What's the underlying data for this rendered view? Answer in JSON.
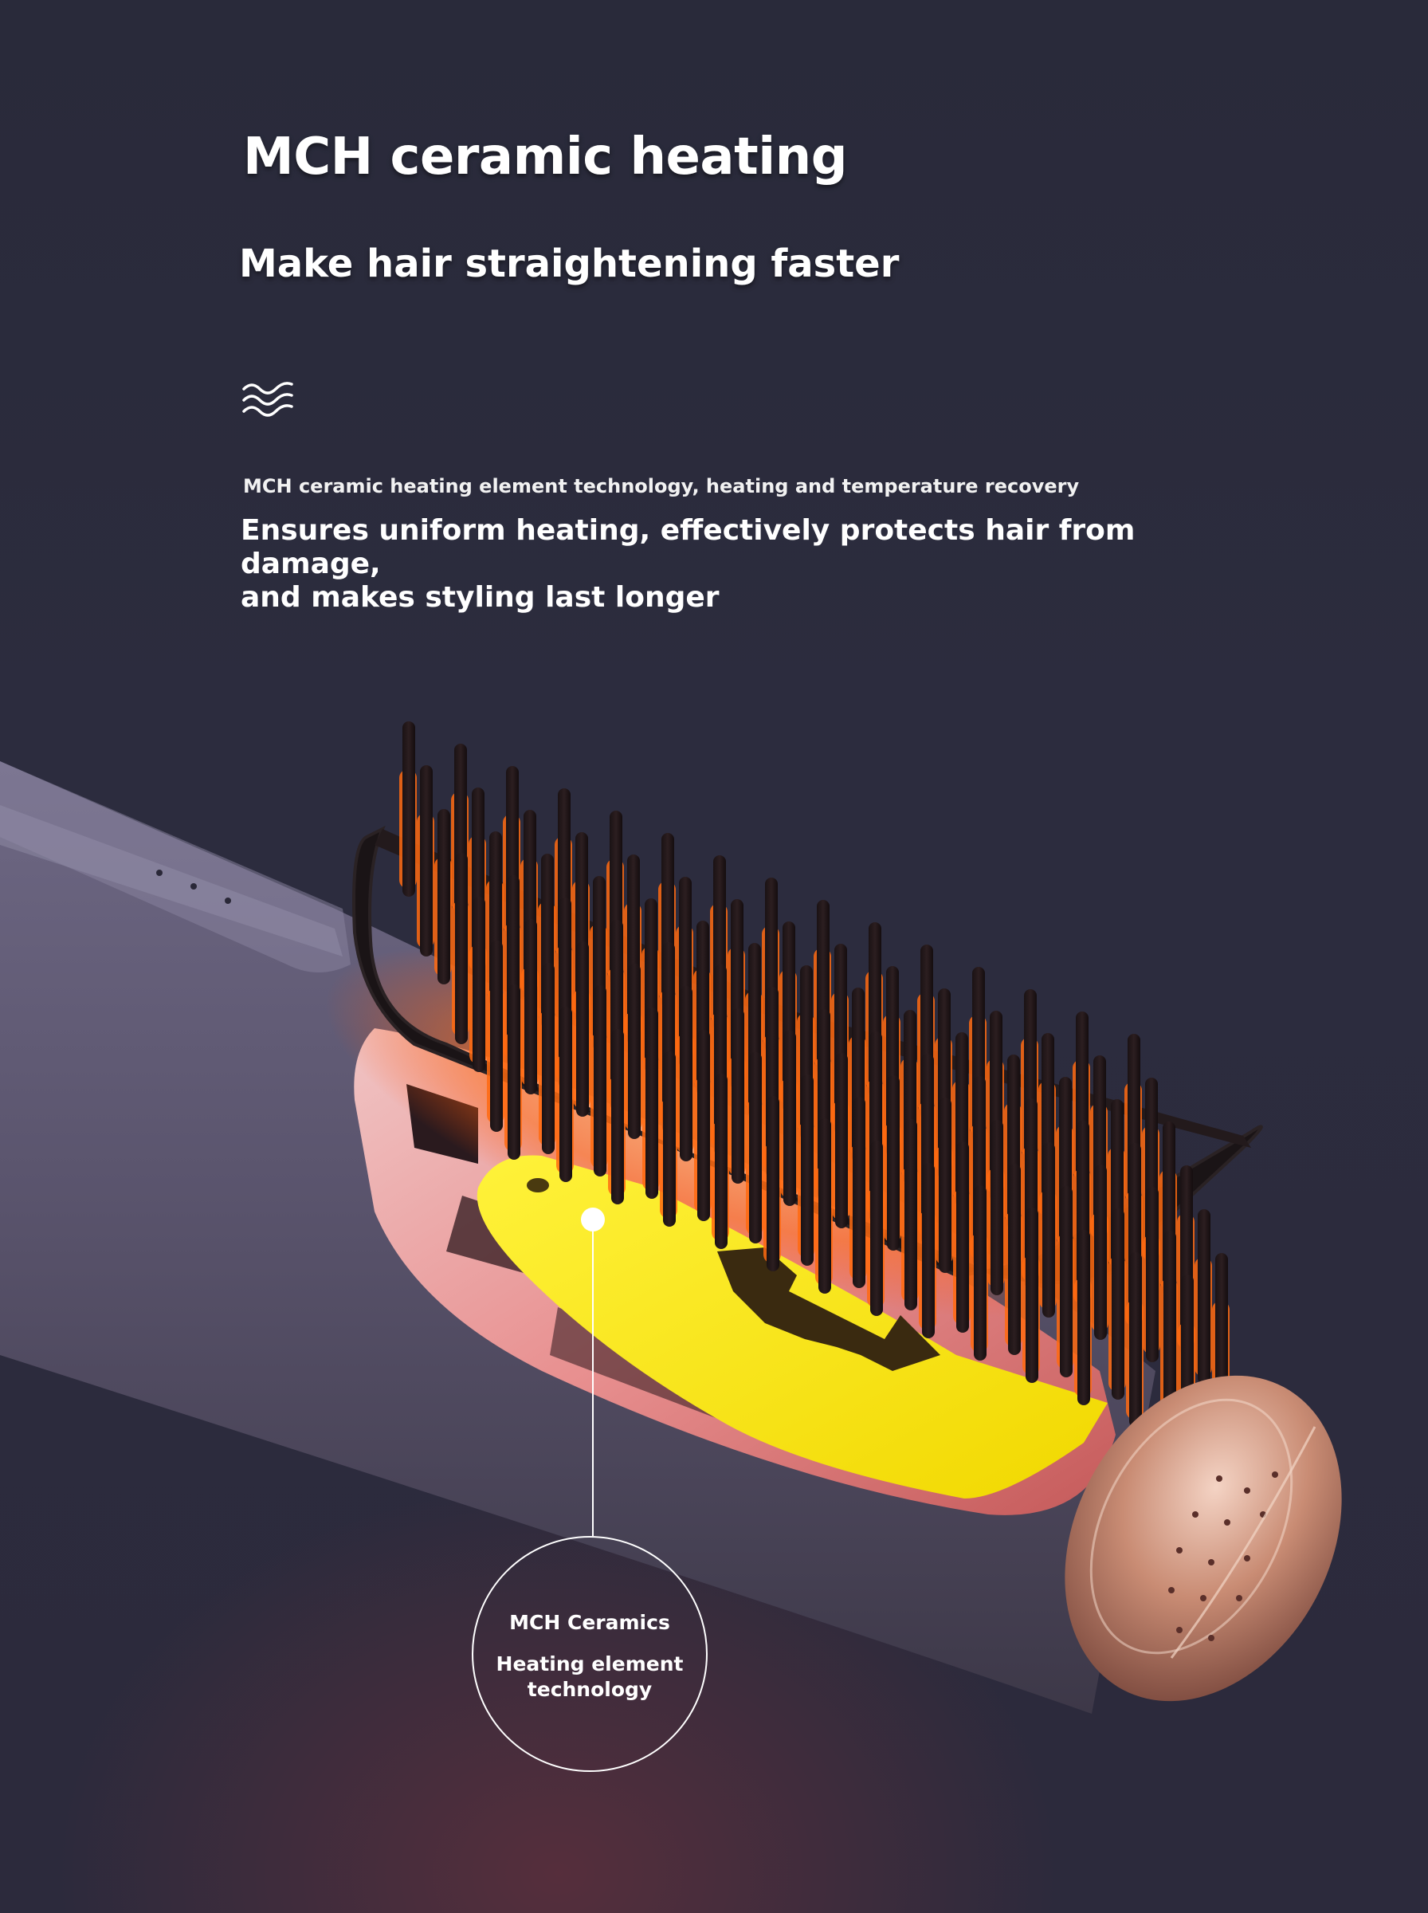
{
  "headline": "MCH ceramic heating",
  "subheadline": "Make hair straightening faster",
  "icon": "heat-wave-icon",
  "description": {
    "line_small": "MCH ceramic heating element technology, heating and temperature recovery",
    "line_large_1": "Ensures uniform heating, effectively protects hair from damage,",
    "line_large_2": "and makes styling last longer"
  },
  "callout": {
    "title": "MCH Ceramics",
    "line_1": "Heating element",
    "line_2": "technology"
  },
  "colors": {
    "background": "#2a2a3b",
    "body": "#5e5670",
    "heating_plate": "#f5e100",
    "bristle_glow": "#ff6a10",
    "end_cap": "#c8907a"
  }
}
